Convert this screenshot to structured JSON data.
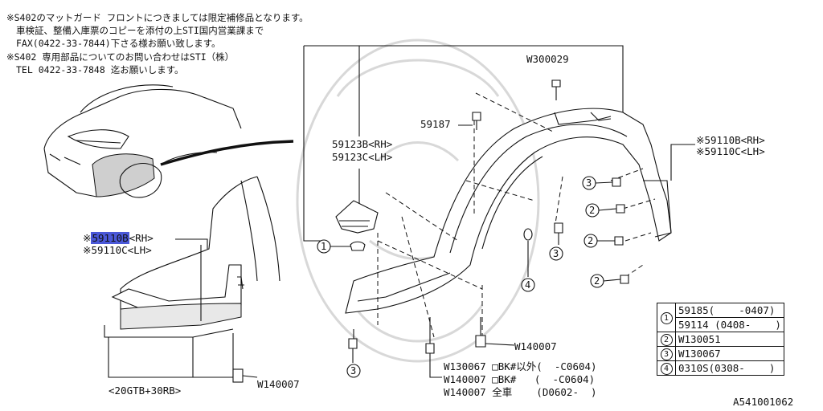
{
  "notes": {
    "line1": "※S402のマットガード フロントにつきましては限定補修品となります。",
    "line2": "車検証、整備入庫票のコピーを添付の上STI国内営業課まで",
    "line3": "FAX(0422-33-7844)下さる様お願い致します。",
    "line4": "※S402 専用部品についてのお問い合わせはSTI（株）",
    "line5": "TEL 0422-33-7848 迄お願いします。"
  },
  "parts": {
    "w300029": "W300029",
    "p59187": "59187",
    "p59123b": "59123B<RH>",
    "p59123c": "59123C<LH>",
    "p59110b_right": "※59110B<RH>",
    "p59110c_right": "※59110C<LH>",
    "p59110b_left_mark": "※",
    "p59110b_left_num": "59110B",
    "p59110b_left_side": "<RH>",
    "p59110c_left": "※59110C<LH>",
    "w140007_left": "W140007",
    "w140007_mid": "W140007",
    "model_code": "<20GTB+30RB>",
    "w130067_line": "W130067 □BK#以外(  -C0604)",
    "w140007_line1": "W140007 □BK#   (  -C0604)",
    "w140007_line2": "W140007 全車    (D0602-  )"
  },
  "callouts": {
    "c1": "1",
    "c2": "2",
    "c3": "3",
    "c4": "4"
  },
  "legend": {
    "rows": [
      {
        "num": "1",
        "text": "59185(    -0407)"
      },
      {
        "num": "",
        "text": "59114 (0408-    )"
      },
      {
        "num": "2",
        "text": "W130051"
      },
      {
        "num": "3",
        "text": "W130067"
      },
      {
        "num": "4",
        "text": "0310S(0308-    )"
      }
    ]
  },
  "diagram_id": "A541001062",
  "highlight_color": "#4a58d8"
}
